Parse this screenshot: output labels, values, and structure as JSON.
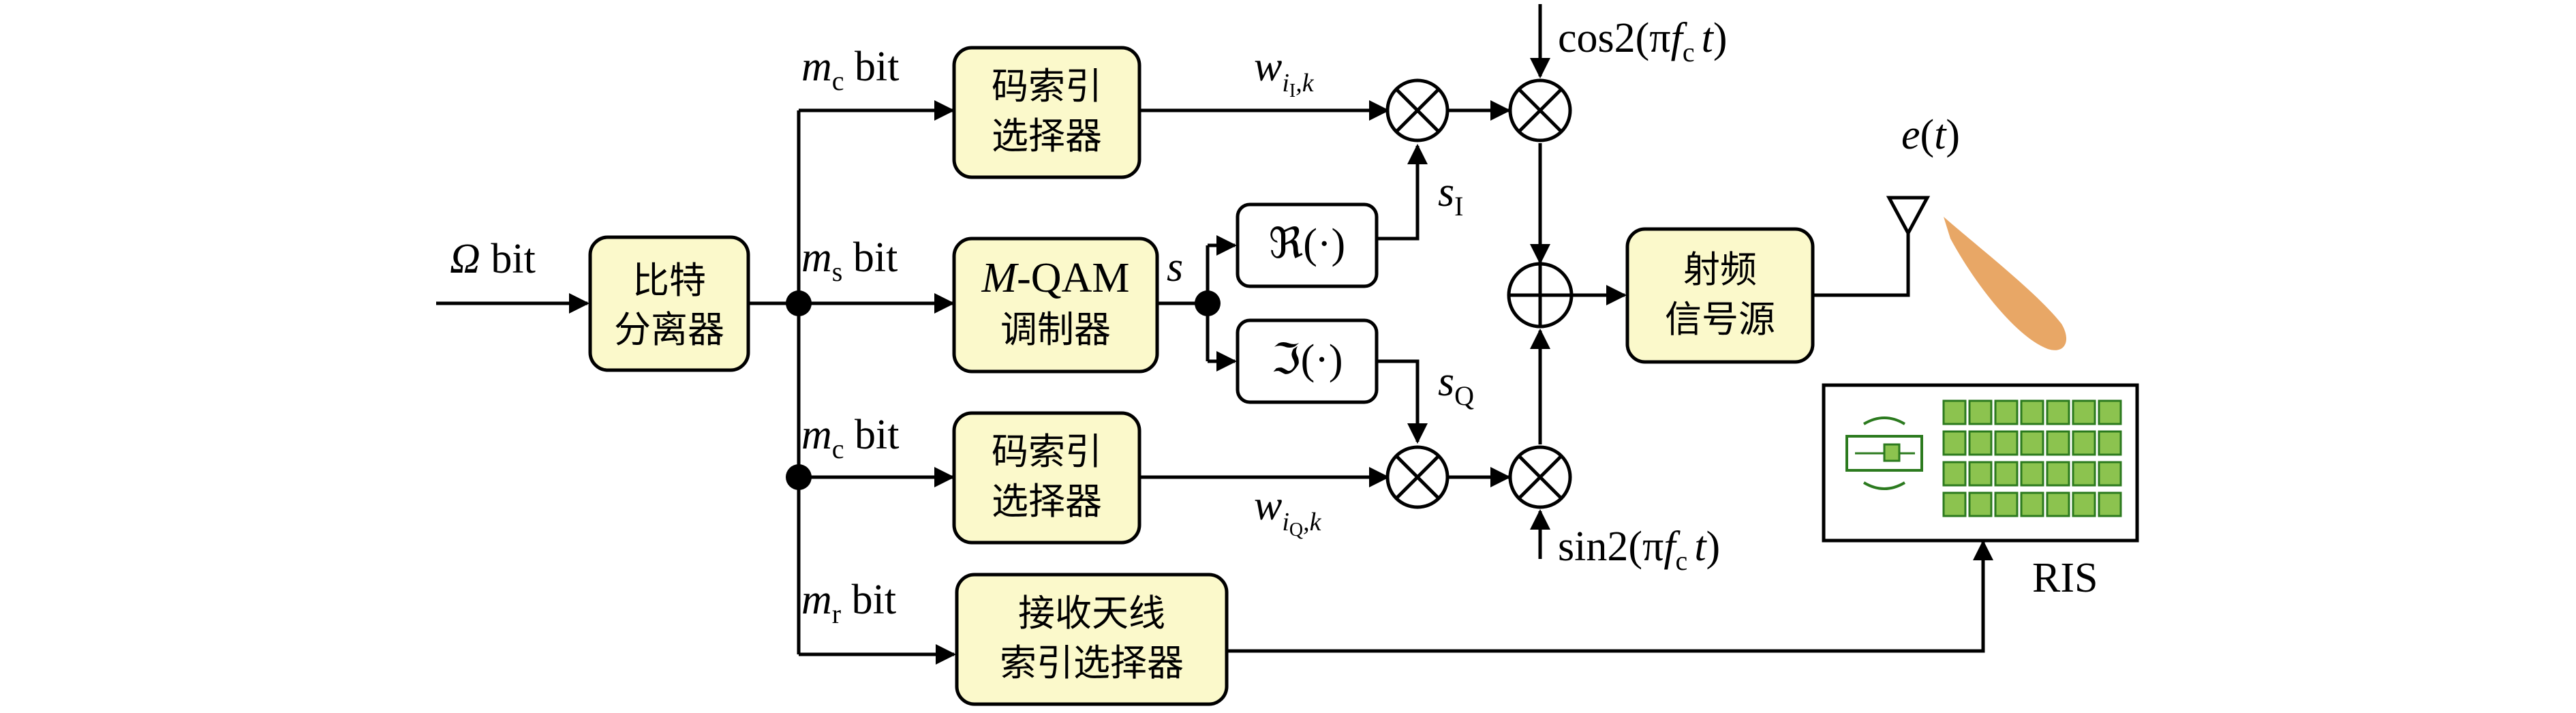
{
  "blocks": {
    "splitter": [
      "比特",
      "分离器"
    ],
    "code_select_top": [
      "码索引",
      "选择器"
    ],
    "qam": [
      "M",
      "-QAM",
      "调制器"
    ],
    "code_select_bottom": [
      "码索引",
      "选择器"
    ],
    "antenna_select": [
      "接收天线",
      "索引选择器"
    ],
    "rf_source": [
      "射频",
      "信号源"
    ],
    "real_op": [
      "ℜ(·)"
    ],
    "imag_op": [
      "ℑ(·)"
    ]
  },
  "labels": {
    "input": [
      "Ω",
      " bit"
    ],
    "mc_top": [
      "m",
      "c",
      " bit"
    ],
    "ms": [
      "m",
      "s",
      " bit"
    ],
    "mc_bottom": [
      "m",
      "c",
      " bit"
    ],
    "mr": [
      "m",
      "r",
      " bit"
    ],
    "s": [
      "s"
    ],
    "w_top": [
      "w",
      "i",
      "I",
      ",k"
    ],
    "w_bottom": [
      "w",
      "i",
      "Q",
      ",k"
    ],
    "sI": [
      "s",
      "I"
    ],
    "sQ": [
      "s",
      "Q"
    ],
    "cos": [
      "cos2(π",
      "f",
      "c",
      "t",
      ")"
    ],
    "sin": [
      "sin2(π",
      "f",
      "c",
      "t",
      ")"
    ],
    "et": [
      "e",
      "(",
      "t",
      ")"
    ],
    "ris": [
      "RIS"
    ]
  },
  "colors": {
    "block_fill": "#fbf9cb",
    "beam": "#e8a766",
    "ris_cell": "#8cc34f",
    "ris_cell_border": "#2b7a1e"
  }
}
